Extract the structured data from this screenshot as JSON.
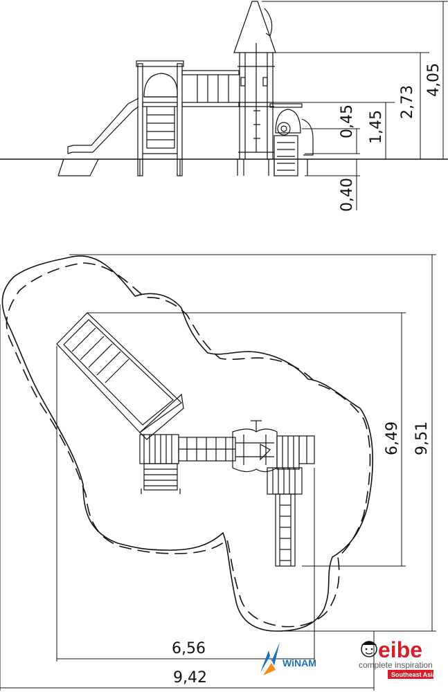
{
  "elevation_view": {
    "dimensions": {
      "total_height": "4,05",
      "roof_platform": "2,73",
      "deck_height": "1,45",
      "small_deck": "0,45",
      "foundation_depth": "0,40"
    }
  },
  "plan_view": {
    "dimensions": {
      "equipment_depth": "6,49",
      "safety_zone_depth": "9,51",
      "equipment_width": "6,56",
      "safety_zone_width": "9,42"
    }
  },
  "logos": {
    "dealer": {
      "name": "WiNAM",
      "colors": {
        "blue": "#1e6fb8",
        "orange": "#f28a1c"
      }
    },
    "manufacturer": {
      "name": "eibe",
      "tagline": "complete inspiration",
      "region": "Southeast Asia",
      "colors": {
        "brand_red": "#d61f2b"
      }
    }
  }
}
